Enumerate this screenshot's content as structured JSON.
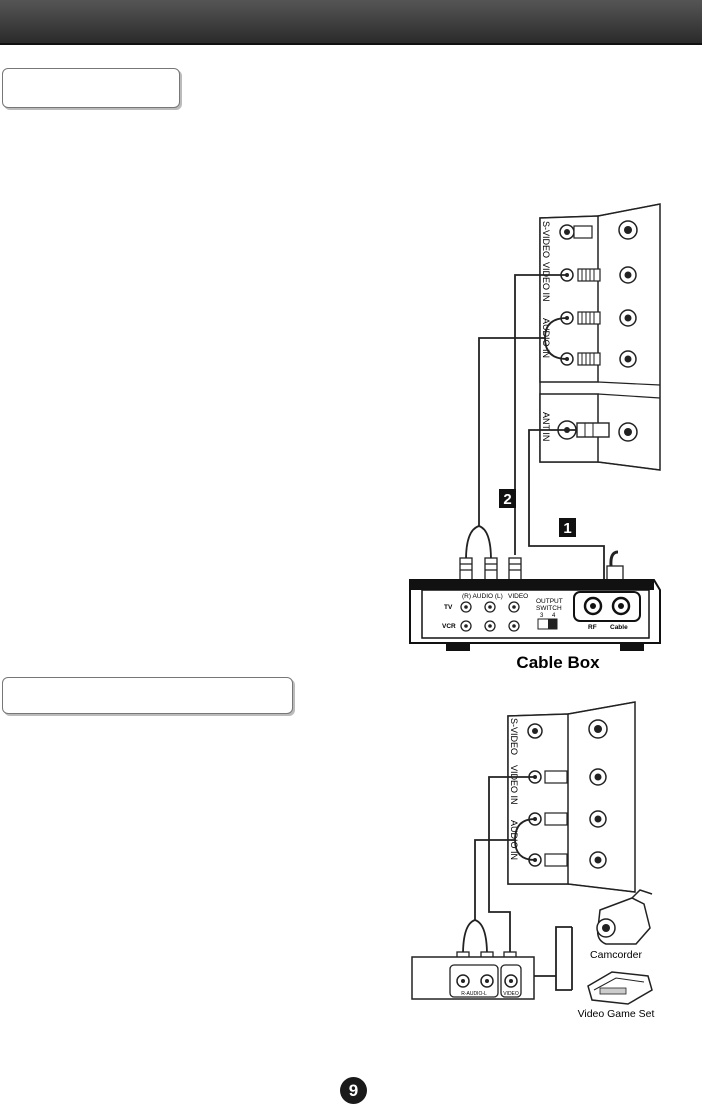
{
  "top": {
    "jacks": {
      "svideo": "S-VIDEO",
      "video_in": "VIDEO IN",
      "audio_in": "AUDIO IN",
      "ant_in": "ANT IN"
    },
    "badges": {
      "one": "1",
      "two": "2"
    },
    "box": {
      "title": "Cable Box",
      "tv": "TV",
      "vcr": "VCR",
      "rl": "(R)  AUDIO (L)",
      "video": "VIDEO",
      "output": "OUTPUT",
      "switch": "SWITCH",
      "ch3": "3",
      "ch4": "4",
      "rf": "RF",
      "cable": "Cable"
    }
  },
  "bottom": {
    "jacks": {
      "svideo": "S-VIDEO",
      "video_in": "VIDEO IN",
      "audio_in": "AUDIO IN"
    },
    "panel": {
      "audio": "R-AUDIO-L",
      "video": "VIDEO"
    },
    "devices": {
      "camcorder": "Camcorder",
      "game": "Video Game Set"
    }
  },
  "page_number": "9"
}
